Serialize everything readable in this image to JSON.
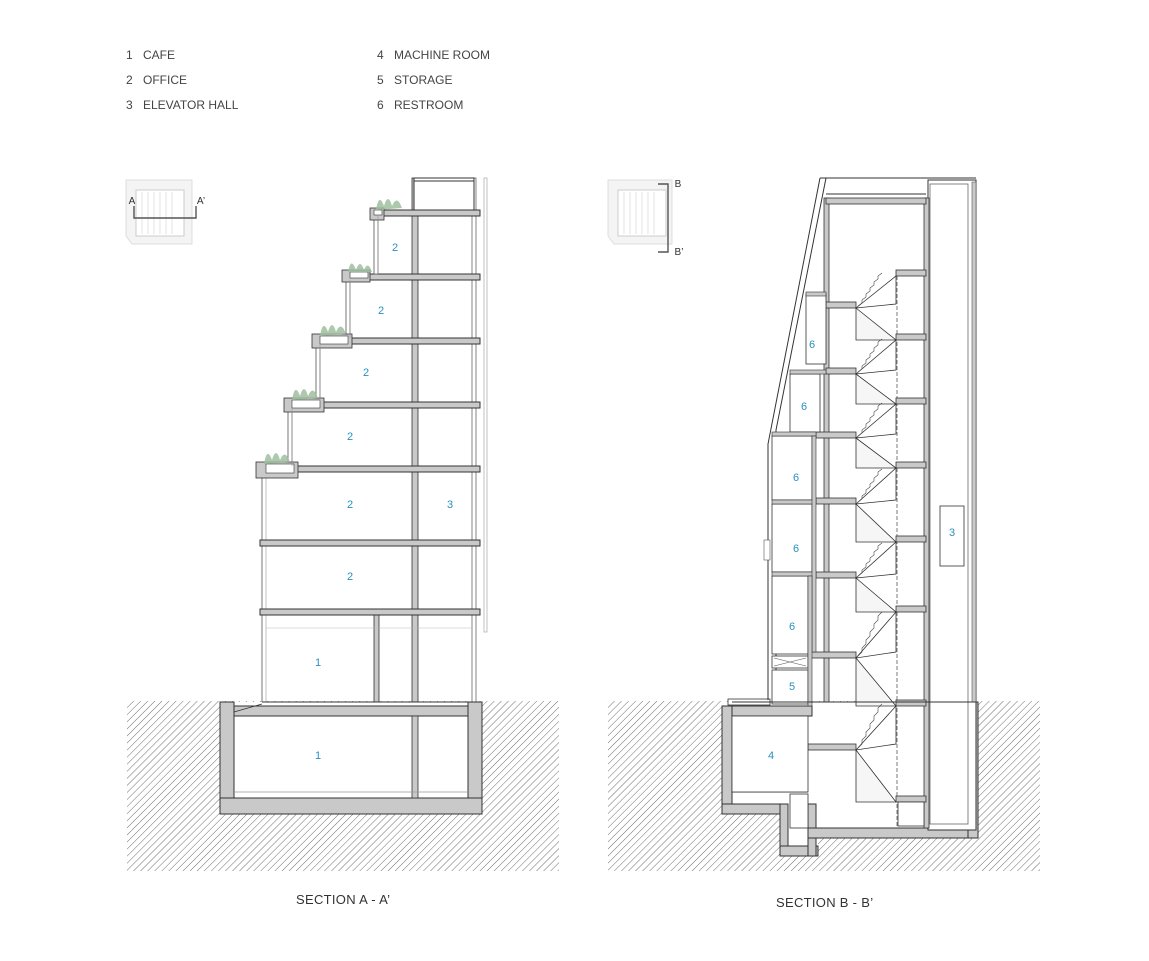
{
  "legend": {
    "items": [
      {
        "num": "1",
        "label": "CAFE"
      },
      {
        "num": "2",
        "label": "OFFICE"
      },
      {
        "num": "3",
        "label": "ELEVATOR HALL"
      },
      {
        "num": "4",
        "label": "MACHINE ROOM"
      },
      {
        "num": "5",
        "label": "STORAGE"
      },
      {
        "num": "6",
        "label": "RESTROOM"
      }
    ]
  },
  "section_a": {
    "title": "SECTION A - A’",
    "key_left": "A",
    "key_right": "A’",
    "labels": [
      "2",
      "2",
      "2",
      "2",
      "2",
      "3",
      "2",
      "1",
      "1"
    ]
  },
  "section_b": {
    "title": "SECTION B - B’",
    "key_top": "B",
    "key_bottom": "B’",
    "labels": [
      "6",
      "6",
      "6",
      "6",
      "6",
      "5",
      "4",
      "3"
    ]
  },
  "colors": {
    "wall": "#c9c9c9",
    "outline": "#3a3a3a",
    "label": "#2a8fbf",
    "plant": "#8fae8f"
  }
}
